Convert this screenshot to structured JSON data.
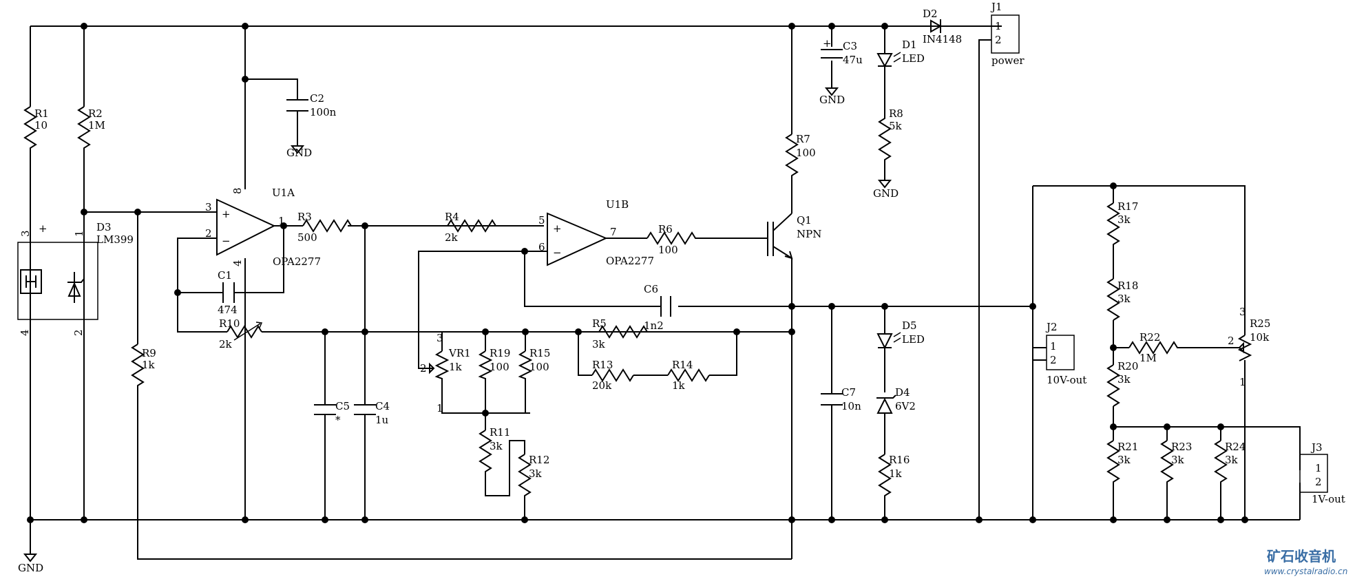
{
  "parts": {
    "J1": {
      "ref": "J1",
      "value": "power",
      "p1": "1",
      "p2": "2"
    },
    "J2": {
      "ref": "J2",
      "value": "10V-out",
      "p1": "1",
      "p2": "2"
    },
    "J3": {
      "ref": "J3",
      "value": "1V-out",
      "p1": "1",
      "p2": "2"
    },
    "D2": {
      "ref": "D2",
      "value": "IN4148"
    },
    "D1": {
      "ref": "D1",
      "value": "LED"
    },
    "D5": {
      "ref": "D5",
      "value": "LED"
    },
    "D4": {
      "ref": "D4",
      "value": "6V2"
    },
    "D3": {
      "ref": "D3",
      "value": "LM399",
      "pin3": "3",
      "pin1": "1",
      "pin4": "4",
      "pin2": "2"
    },
    "C1": {
      "ref": "C1",
      "value": "474"
    },
    "C2": {
      "ref": "C2",
      "value": "100n"
    },
    "C3": {
      "ref": "C3",
      "value": "47u"
    },
    "C4": {
      "ref": "C4",
      "value": "1u"
    },
    "C5": {
      "ref": "C5",
      "value": "*"
    },
    "C6": {
      "ref": "C6",
      "value": "1n2"
    },
    "C7": {
      "ref": "C7",
      "value": "10n"
    },
    "R1": {
      "ref": "R1",
      "value": "10"
    },
    "R2": {
      "ref": "R2",
      "value": "1M"
    },
    "R3": {
      "ref": "R3",
      "value": "500"
    },
    "R4": {
      "ref": "R4",
      "value": "2k"
    },
    "R5": {
      "ref": "R5",
      "value": "3k"
    },
    "R6": {
      "ref": "R6",
      "value": "100"
    },
    "R7": {
      "ref": "R7",
      "value": "100"
    },
    "R8": {
      "ref": "R8",
      "value": "5k"
    },
    "R9": {
      "ref": "R9",
      "value": "1k"
    },
    "R10": {
      "ref": "R10",
      "value": "2k"
    },
    "R11": {
      "ref": "R11",
      "value": "3k"
    },
    "R12": {
      "ref": "R12",
      "value": "3k"
    },
    "R13": {
      "ref": "R13",
      "value": "20k"
    },
    "R14": {
      "ref": "R14",
      "value": "1k"
    },
    "R15": {
      "ref": "R15",
      "value": "100"
    },
    "R16": {
      "ref": "R16",
      "value": "1k"
    },
    "R17": {
      "ref": "R17",
      "value": "3k"
    },
    "R18": {
      "ref": "R18",
      "value": "3k"
    },
    "R19": {
      "ref": "R19",
      "value": "100"
    },
    "R20": {
      "ref": "R20",
      "value": "3k"
    },
    "R21": {
      "ref": "R21",
      "value": "3k"
    },
    "R22": {
      "ref": "R22",
      "value": "1M"
    },
    "R23": {
      "ref": "R23",
      "value": "3k"
    },
    "R24": {
      "ref": "R24",
      "value": "3k"
    },
    "R25": {
      "ref": "R25",
      "value": "10k"
    },
    "VR1": {
      "ref": "VR1",
      "value": "1k",
      "pin1": "1",
      "pin2": "2",
      "pin3": "3"
    },
    "Q1": {
      "ref": "Q1",
      "value": "NPN"
    },
    "U1A": {
      "ref": "U1A",
      "value": "OPA2277",
      "pin8": "8",
      "pin3": "3",
      "pin2": "2",
      "pin1": "1",
      "pin4": "4"
    },
    "U1B": {
      "ref": "U1B",
      "value": "OPA2277",
      "pin5": "5",
      "pin6": "6",
      "pin7": "7"
    }
  },
  "r25_pins": {
    "p3": "3",
    "p2": "2",
    "p1": "1"
  },
  "gnd": {
    "label": "GND"
  },
  "watermark": {
    "brand": "矿石收音机",
    "url": "www.crystalradio.cn"
  }
}
